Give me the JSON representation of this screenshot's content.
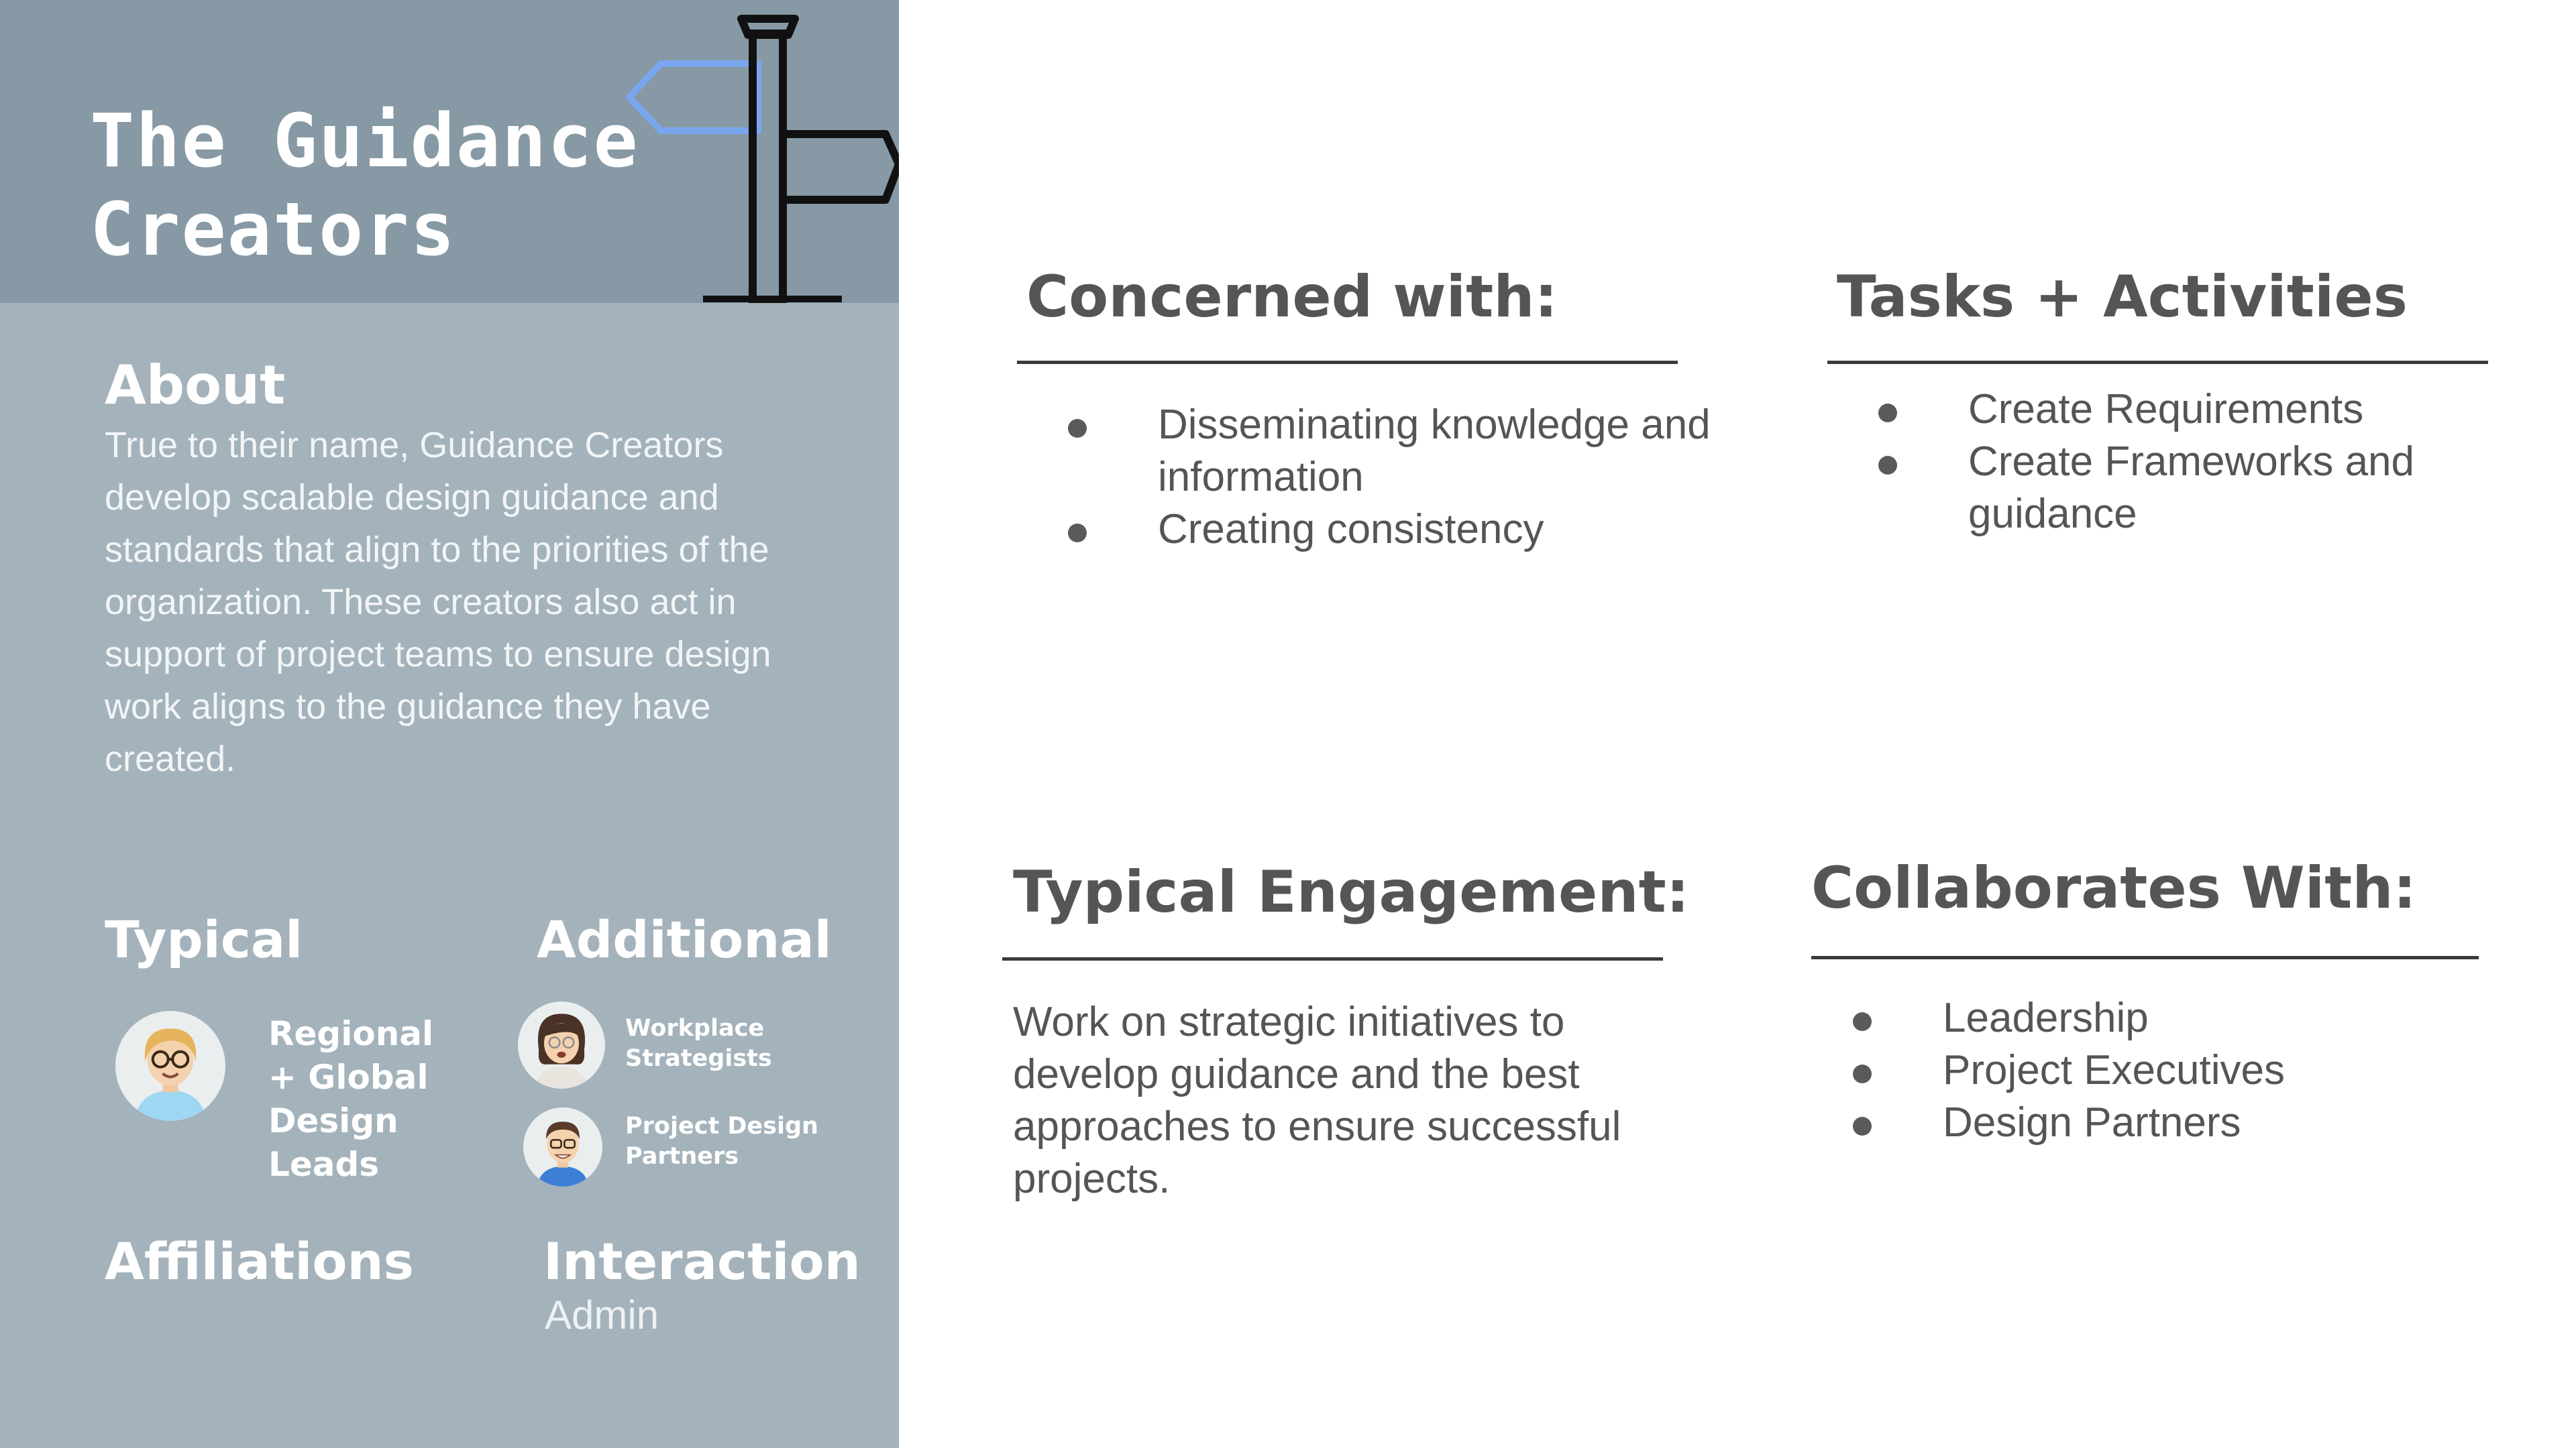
{
  "title": {
    "line1": "The Guidance",
    "line2": "Creators"
  },
  "about": {
    "heading": "About",
    "body": "True to their name, Guidance Creators develop scalable design guidance and standards that align to the priorities of the   organization. These creators also act in support of project teams to ensure design work aligns to the guidance they have created."
  },
  "typical": {
    "heading": "Typical",
    "role": "Regional + Global Design Leads"
  },
  "additional": {
    "heading": "Additional",
    "roles": [
      "Workplace Strategists",
      "Project Design Partners"
    ]
  },
  "affiliations": {
    "heading": "Affiliations"
  },
  "interaction": {
    "heading": "Interaction",
    "value": "Admin"
  },
  "concerned": {
    "heading": "Concerned with:",
    "items": [
      "Disseminating knowledge and information",
      "Creating consistency"
    ]
  },
  "tasks": {
    "heading": "Tasks + Activities",
    "items": [
      "Create Requirements",
      "Create Frameworks and guidance"
    ]
  },
  "engagement": {
    "heading": "Typical Engagement:",
    "body": "Work on strategic initiatives to develop guidance and the best approaches to ensure successful projects."
  },
  "collaborates": {
    "heading": "Collaborates With:",
    "items": [
      "Leadership",
      "Project Executives",
      "Design Partners"
    ]
  },
  "colors": {
    "panel": "#a4b2bb",
    "header_band": "#8699a5",
    "arrow_accent": "#7aa6f0",
    "text_dark": "#555555"
  },
  "icons": {
    "signpost": "signpost-icon",
    "typical_avatar": "avatar-woman-glasses",
    "workplace_avatar": "avatar-woman-dark-hair",
    "project_avatar": "avatar-man-glasses"
  }
}
